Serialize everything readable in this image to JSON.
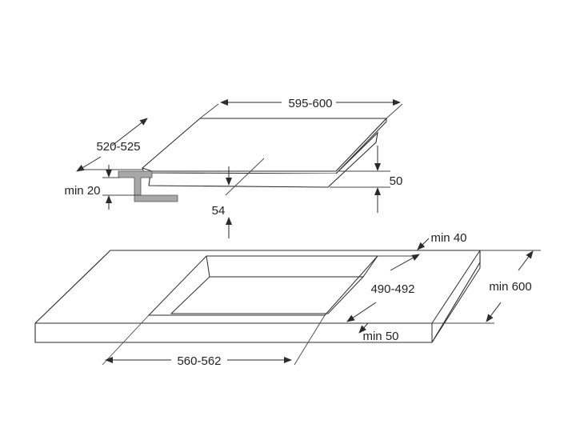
{
  "diagram": {
    "dimensions": {
      "hob_width": "595-600",
      "hob_depth": "520-525",
      "hob_height": "50",
      "hob_inset": "54",
      "bracket_clearance": "min 20",
      "cutout_depth": "490-492",
      "cutout_width": "560-562",
      "back_clearance": "min 40",
      "front_clearance": "min 50",
      "worktop_depth": "min 600"
    },
    "colors": {
      "line": "#2b2b2b",
      "bracket_fill": "#a7a7a7"
    }
  }
}
